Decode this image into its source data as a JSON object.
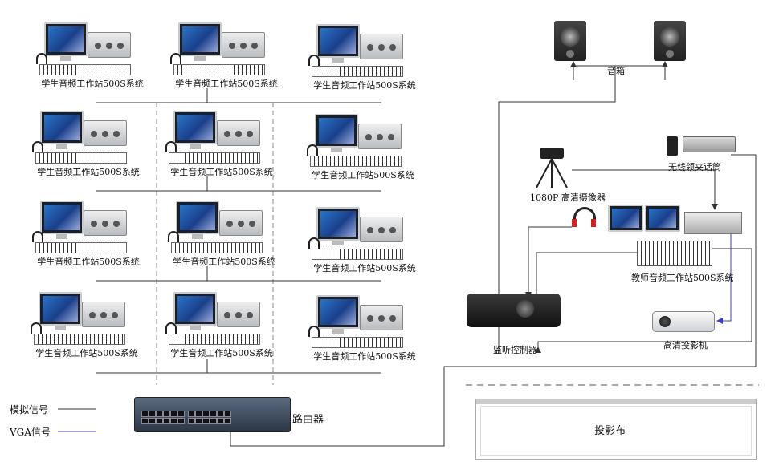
{
  "stations": {
    "label": "学生音频工作站500S系统",
    "count": 12
  },
  "teacher": {
    "label": "教师音频工作站500S系统"
  },
  "devices": {
    "speakers": "音箱",
    "camera": "1080P 高清摄像器",
    "mic": "无线领夹话筒",
    "monitor_controller": "监听控制器",
    "projector": "高清投影机",
    "router": "路由器",
    "screen": "投影布"
  },
  "legend": {
    "analog": "模拟信号",
    "vga": "VGA信号"
  },
  "colors": {
    "analog_line": "#333333",
    "vga_line": "#3a3ad0"
  }
}
